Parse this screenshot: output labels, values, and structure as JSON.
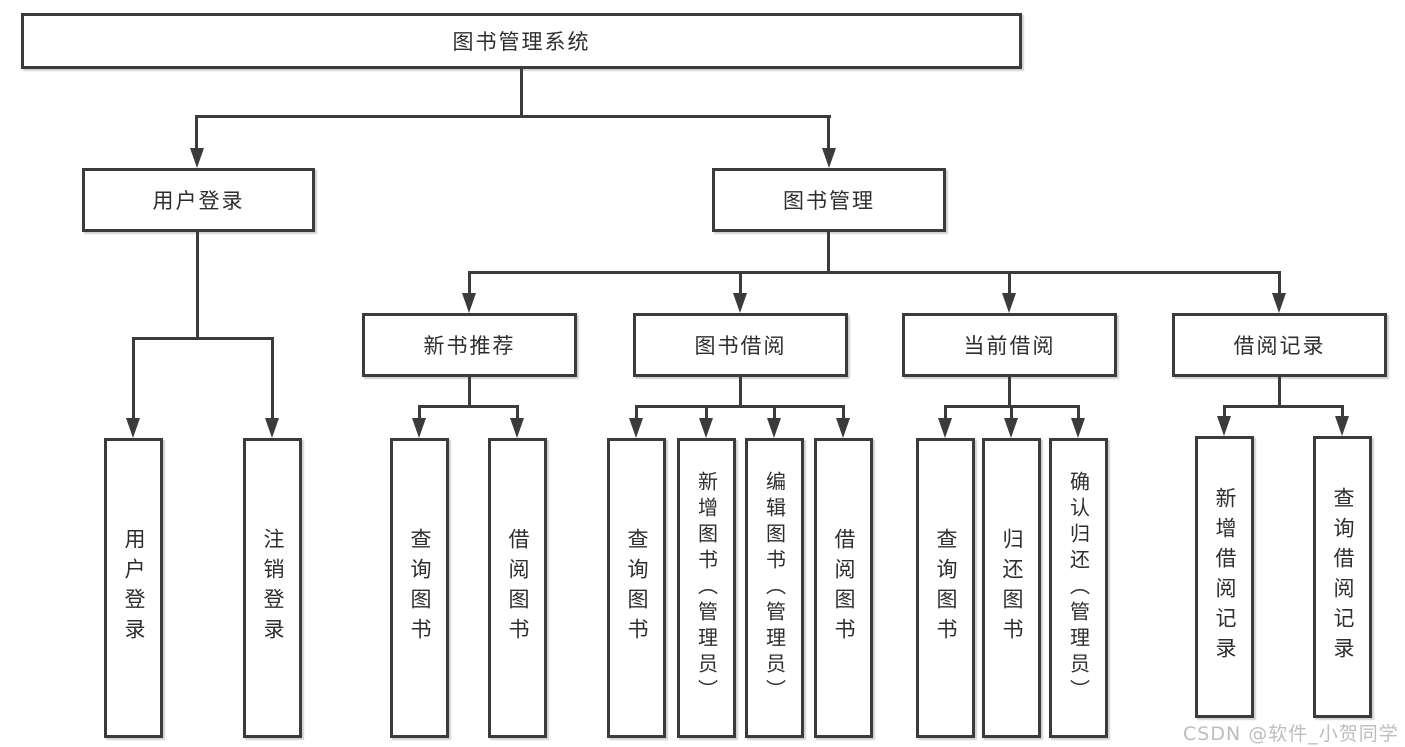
{
  "diagram": {
    "root": {
      "label": "图书管理系统"
    },
    "level2": [
      {
        "label": "用户登录"
      },
      {
        "label": "图书管理"
      }
    ],
    "level3": [
      {
        "label": "新书推荐"
      },
      {
        "label": "图书借阅"
      },
      {
        "label": "当前借阅"
      },
      {
        "label": "借阅记录"
      }
    ],
    "leaves": {
      "user_login": [
        "用户登录",
        "注销登录"
      ],
      "new_book": [
        "查询图书",
        "借阅图书"
      ],
      "book_borrow": [
        "查询图书",
        "新增图书（管理员）",
        "编辑图书（管理员）",
        "借阅图书"
      ],
      "current_borrow": [
        "查询图书",
        "归还图书",
        "确认归还（管理员）"
      ],
      "borrow_record": [
        "新增借阅记录",
        "查询借阅记录"
      ]
    }
  },
  "watermark": {
    "text": "CSDN @软件_小贺同学"
  },
  "colors": {
    "line": "#3b3b3b",
    "text": "#2e2e2e",
    "background": "#ffffff",
    "watermark": "#bdbdbd"
  }
}
